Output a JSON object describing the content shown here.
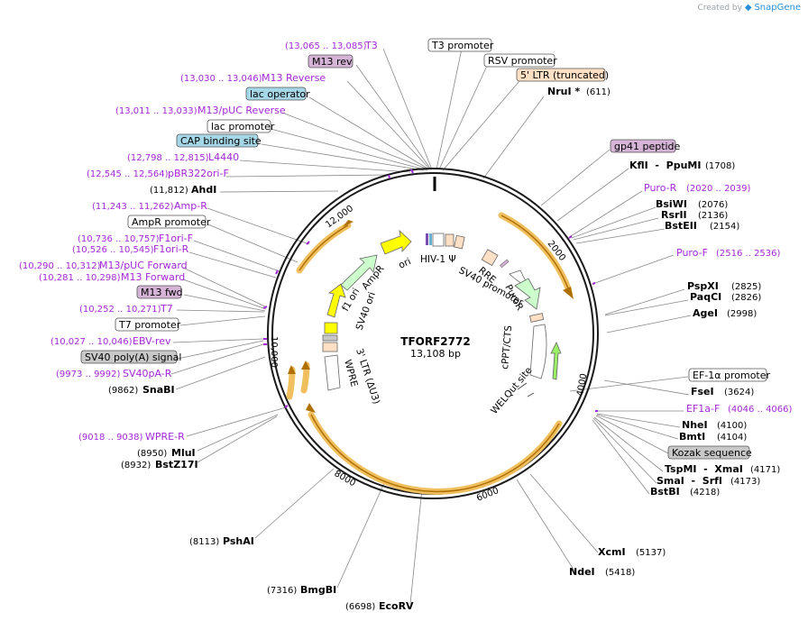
{
  "credit": {
    "prefix": "Created by",
    "brand": "SnapGene"
  },
  "plasmid": {
    "name": "TFORF2772",
    "size": "13,108 bp"
  },
  "ticks": [
    "2000",
    "4000",
    "6000",
    "8000",
    "10,000",
    "12,000"
  ],
  "colors": {
    "primer": "#a228d8",
    "ring": "#1a1a1a",
    "arrow_yellow": "#ffff00",
    "arrow_green": "#ccffcc",
    "arrow_orange": "#f0a800",
    "box_blue": "#a6d7e6",
    "box_peach": "#ffe0c4",
    "box_purple": "#d6b4d8",
    "box_gray": "#c8c8c8"
  },
  "labels_left": [
    {
      "pos": "(13,065 .. 13,085)",
      "name": "T3",
      "type": "primer"
    },
    {
      "name": "M13 rev",
      "type": "box-purple"
    },
    {
      "pos": "(13,030 .. 13,046)",
      "name": "M13 Reverse",
      "type": "primer"
    },
    {
      "name": "lac operator",
      "type": "box-blue"
    },
    {
      "pos": "(13,011 .. 13,033)",
      "name": "M13/pUC Reverse",
      "type": "primer"
    },
    {
      "name": "lac promoter",
      "type": "box-white"
    },
    {
      "name": "CAP binding site",
      "type": "box-blue"
    },
    {
      "pos": "(12,798 .. 12,815)",
      "name": "L4440",
      "type": "primer"
    },
    {
      "pos": "(12,545 .. 12,564)",
      "name": "pBR322ori-F",
      "type": "primer"
    },
    {
      "pos": "(11,812)",
      "name": "AhdI",
      "type": "enzyme"
    },
    {
      "pos": "(11,243 .. 11,262)",
      "name": "Amp-R",
      "type": "primer"
    },
    {
      "name": "AmpR promoter",
      "type": "box-white"
    },
    {
      "pos": "(10,736 .. 10,757)",
      "name": "F1ori-F",
      "type": "primer"
    },
    {
      "pos": "(10,526 .. 10,545)",
      "name": "F1ori-R",
      "type": "primer"
    },
    {
      "pos": "(10,290 .. 10,312)",
      "name": "M13/pUC Forward",
      "type": "primer"
    },
    {
      "pos": "(10,281 .. 10,298)",
      "name": "M13 Forward",
      "type": "primer"
    },
    {
      "name": "M13 fwd",
      "type": "box-purple"
    },
    {
      "pos": "(10,252 .. 10,271)",
      "name": "T7",
      "type": "primer"
    },
    {
      "name": "T7 promoter",
      "type": "box-white"
    },
    {
      "pos": "(10,027 .. 10,046)",
      "name": "EBV-rev",
      "type": "primer"
    },
    {
      "name": "SV40 poly(A) signal",
      "type": "box-gray"
    },
    {
      "pos": "(9973 .. 9992)",
      "name": "SV40pA-R",
      "type": "primer"
    },
    {
      "pos": "(9862)",
      "name": "SnaBI",
      "type": "enzyme"
    },
    {
      "pos": "(9018 .. 9038)",
      "name": "WPRE-R",
      "type": "primer"
    },
    {
      "pos": "(8950)",
      "name": "MluI",
      "type": "enzyme"
    },
    {
      "pos": "(8932)",
      "name": "BstZ17I",
      "type": "enzyme"
    },
    {
      "pos": "(8113)",
      "name": "PshAI",
      "type": "enzyme"
    },
    {
      "pos": "(7316)",
      "name": "BmgBI",
      "type": "enzyme"
    },
    {
      "pos": "(6698)",
      "name": "EcoRV",
      "type": "enzyme"
    }
  ],
  "labels_right": [
    {
      "name": "T3 promoter",
      "type": "box-white"
    },
    {
      "name": "RSV promoter",
      "type": "box-white"
    },
    {
      "name": "5' LTR (truncated)",
      "type": "box-peach"
    },
    {
      "name": "NruI *",
      "pos": "(611)",
      "type": "enzyme"
    },
    {
      "name": "gp41 peptide",
      "type": "box-purple"
    },
    {
      "name": "KflI  -  PpuMI",
      "pos": "(1708)",
      "type": "enzyme"
    },
    {
      "name": "Puro-R",
      "pos": "(2020 .. 2039)",
      "type": "primer"
    },
    {
      "name": "BsiWI",
      "pos": "(2076)",
      "type": "enzyme"
    },
    {
      "name": "RsrII",
      "pos": "(2136)",
      "type": "enzyme"
    },
    {
      "name": "BstEII",
      "pos": "(2154)",
      "type": "enzyme"
    },
    {
      "name": "Puro-F",
      "pos": "(2516 .. 2536)",
      "type": "primer"
    },
    {
      "name": "PspXI",
      "pos": "(2825)",
      "type": "enzyme"
    },
    {
      "name": "PaqCI",
      "pos": "(2826)",
      "type": "enzyme"
    },
    {
      "name": "AgeI",
      "pos": "(2998)",
      "type": "enzyme"
    },
    {
      "name": "EF-1α promoter",
      "type": "box-white"
    },
    {
      "name": "FseI",
      "pos": "(3624)",
      "type": "enzyme"
    },
    {
      "name": "EF1a-F",
      "pos": "(4046 .. 4066)",
      "type": "primer"
    },
    {
      "name": "NheI",
      "pos": "(4100)",
      "type": "enzyme"
    },
    {
      "name": "BmtI",
      "pos": "(4104)",
      "type": "enzyme"
    },
    {
      "name": "Kozak sequence",
      "type": "box-gray"
    },
    {
      "name": "TspMI  -  XmaI",
      "pos": "(4171)",
      "type": "enzyme"
    },
    {
      "name": "SmaI  -  SrfI",
      "pos": "(4173)",
      "type": "enzyme"
    },
    {
      "name": "BstBI",
      "pos": "(4218)",
      "type": "enzyme"
    },
    {
      "name": "XcmI",
      "pos": "(5137)",
      "type": "enzyme"
    },
    {
      "name": "NdeI",
      "pos": "(5418)",
      "type": "enzyme"
    }
  ],
  "inner_features": [
    "HIV-1 Ψ",
    "RRE",
    "SV40 promoter",
    "PuroR",
    "cPPT/CTS",
    "WELQut site",
    "ori",
    "AmpR",
    "f1 ori",
    "SV40 ori",
    "3' LTR (ΔU3)",
    "WPRE"
  ]
}
